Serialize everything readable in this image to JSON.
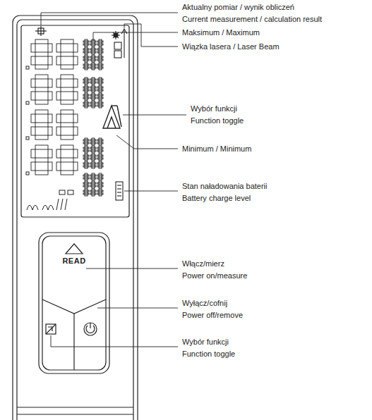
{
  "diagram": {
    "labels": [
      "Aktualny pomiar / wynik obliczeń",
      "Current measurement / calculation result",
      "Maksimum / Maximum",
      "Wiązka lasera / Laser Beam",
      "Wybór funkcji",
      "Function toggle",
      "Minimum / Minimum",
      "Stan naładowania baterii",
      "Battery charge level",
      "Włącz/mierz",
      "Power on/measure",
      "Wyłącz/cofnij",
      "Power off/remove",
      "Wybór funkcji",
      "Function toggle",
      "READ"
    ]
  }
}
